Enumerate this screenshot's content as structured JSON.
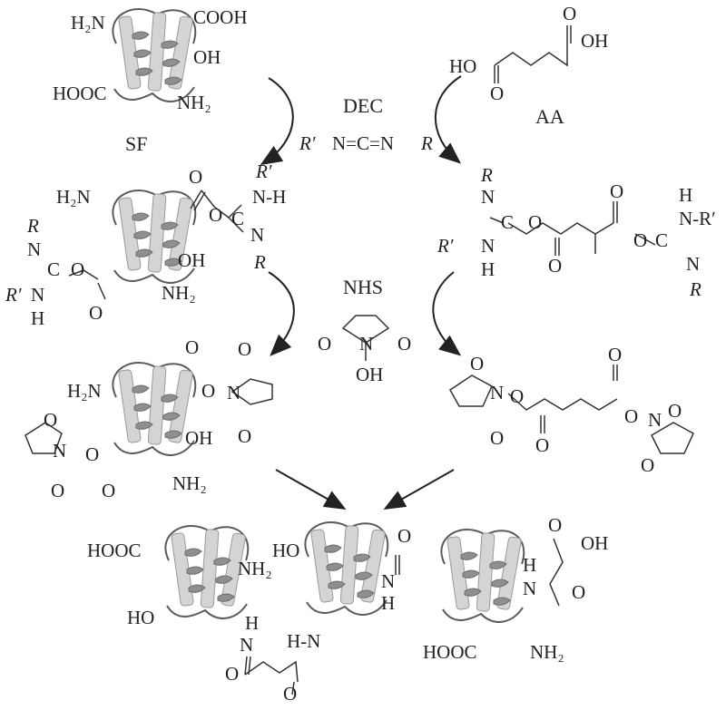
{
  "labels": {
    "sf": "SF",
    "aa": "AA",
    "dec": "DEC",
    "nhs": "NHS"
  },
  "reagent_dec": {
    "formula_left": "R′",
    "formula_mid": "N=C=N",
    "formula_right": "R"
  },
  "groups": {
    "h2n": "H₂N",
    "nh2": "NH₂",
    "cooh": "COOH",
    "hooc": "HOOC",
    "oh": "OH",
    "ho": "HO",
    "o": "O",
    "n": "N",
    "h": "H",
    "nh": "N-H",
    "r": "R",
    "rprime": "R′",
    "c": "C",
    "hn": "H-N",
    "nr": "N-R′"
  },
  "colors": {
    "ink": "#222222",
    "ribbon": "#d4d4d4",
    "helix": "#8f8f8f",
    "background": "#ffffff"
  }
}
